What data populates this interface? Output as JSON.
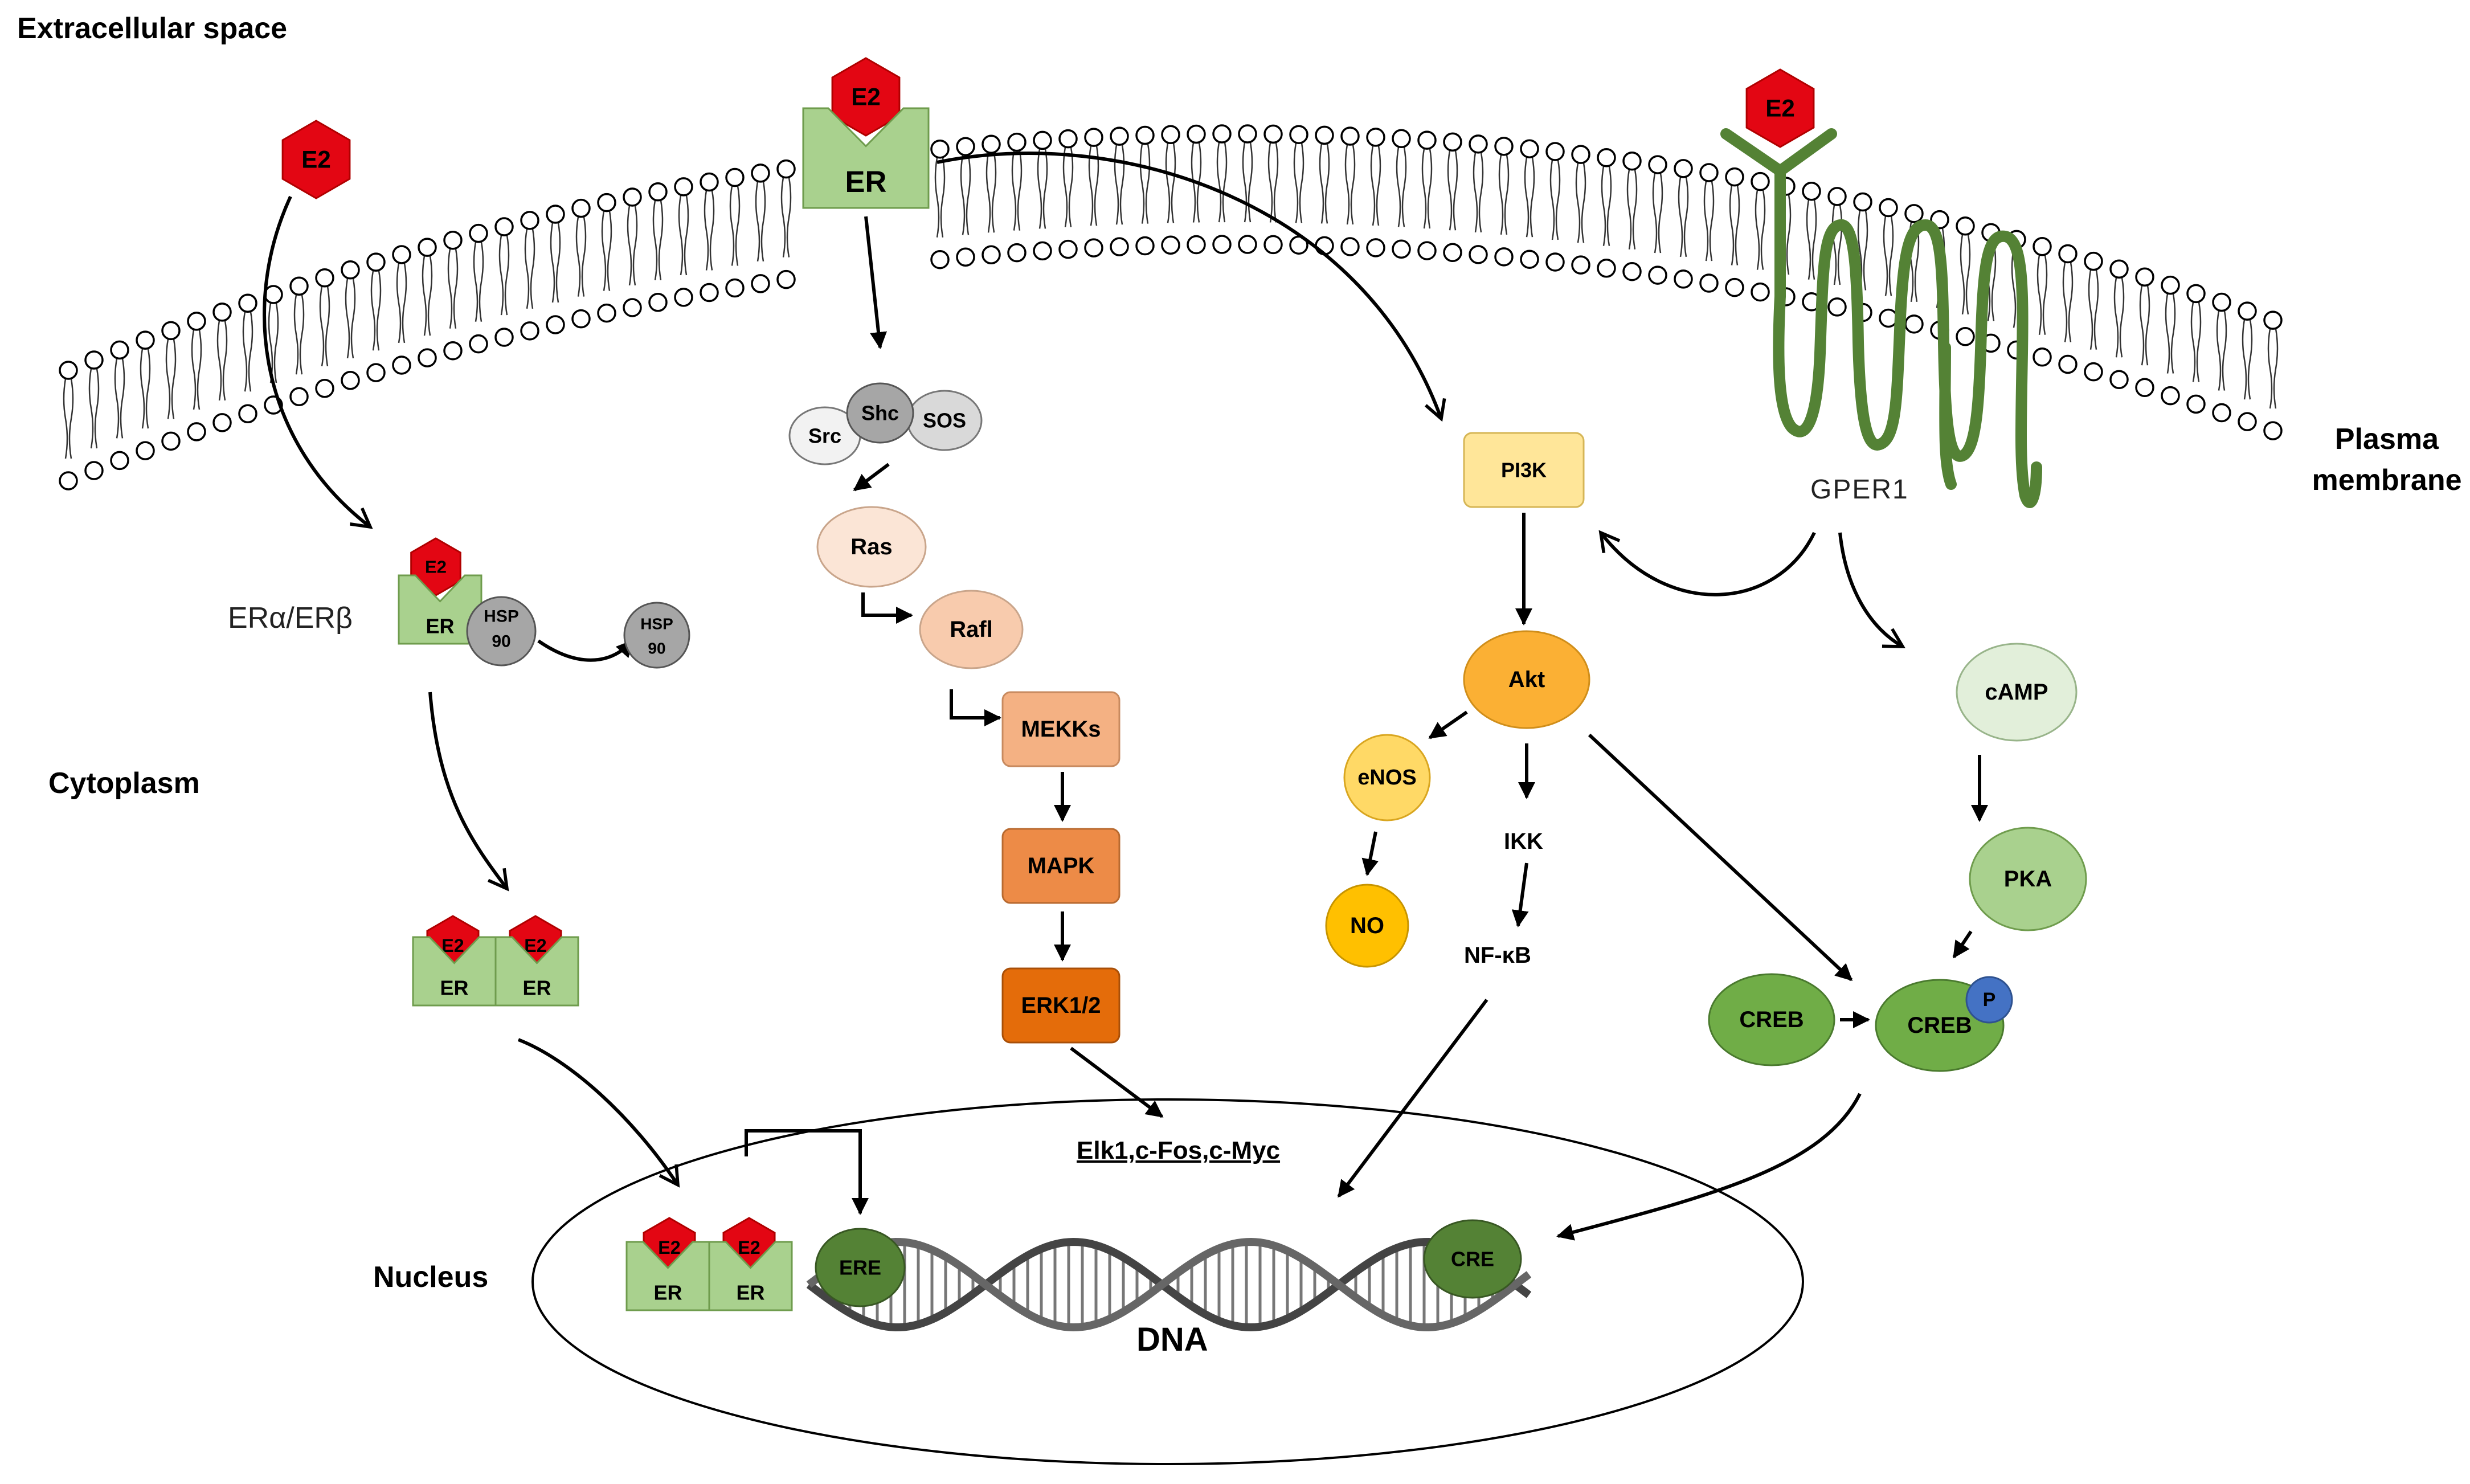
{
  "regions": {
    "extracellular": "Extracellular space",
    "cytoplasm": "Cytoplasm",
    "nucleus": "Nucleus",
    "membrane_line1": "Plasma",
    "membrane_line2": "membrane"
  },
  "ligand": "E2",
  "receptor": "ER",
  "chaperone_line1": "HSP",
  "chaperone_line2": "90",
  "receptor_types": "ERα/ERβ",
  "gper": "GPER1",
  "mapk_pathway": {
    "src": "Src",
    "shc": "Shc",
    "sos": "SOS",
    "ras": "Ras",
    "raf": "Rafl",
    "mekks": "MEKKs",
    "mapk": "MAPK",
    "erk": "ERK1/2",
    "targets": "Elk1,c-Fos,c-Myc"
  },
  "pi3k_pathway": {
    "pi3k": "PI3K",
    "akt": "Akt",
    "enos": "eNOS",
    "no": "NO",
    "ikk": "IKK",
    "nfkb": "NF-κB"
  },
  "camp_pathway": {
    "camp": "cAMP",
    "pka": "PKA",
    "creb": "CREB",
    "creb_p": "CREB",
    "phospho": "P"
  },
  "nucleus_elements": {
    "ere": "ERE",
    "cre": "CRE",
    "dna": "DNA"
  },
  "colors": {
    "ligand": "#e30613",
    "receptor": "#a9d18e",
    "gper": "#548235",
    "hsp": "#a6a6a6",
    "mapk_light": "#fbe5d6",
    "mapk_mid": "#f4b183",
    "mapk_dark": "#c55a11",
    "pi3k": "#ffe699",
    "akt": "#ffc000",
    "creb": "#70ad47",
    "ere": "#548235",
    "phospho": "#4472c4"
  }
}
